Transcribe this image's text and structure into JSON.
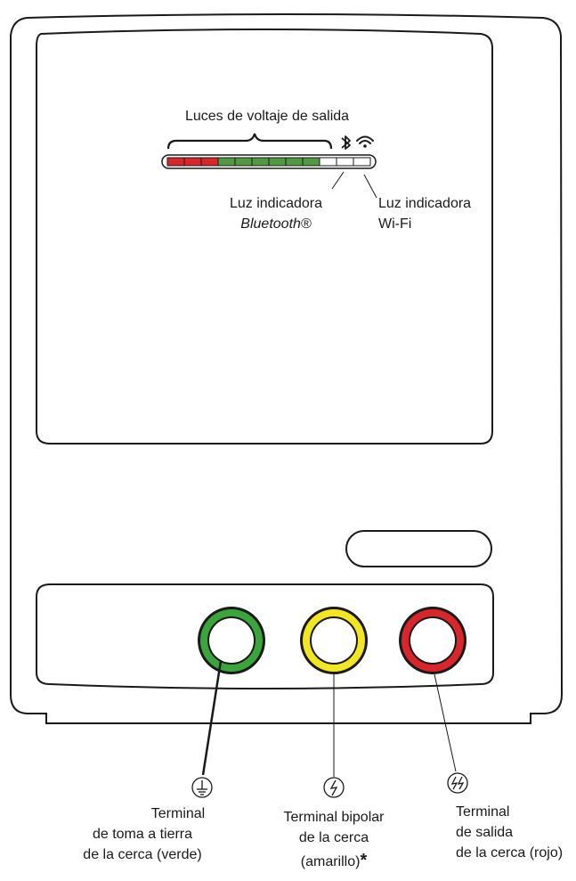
{
  "labels": {
    "output_voltage_lights": "Luces de voltaje de salida",
    "bluetooth_indicator_line1": "Luz indicadora",
    "bluetooth_indicator_line2": "Bluetooth®",
    "wifi_indicator_line1": "Luz indicadora",
    "wifi_indicator_line2": "Wi-Fi",
    "ground_terminal_line1": "Terminal",
    "ground_terminal_line2": "de toma a tierra",
    "ground_terminal_line3": "de la cerca (verde)",
    "bipolar_terminal_line1": "Terminal bipolar",
    "bipolar_terminal_line2": "de la cerca",
    "bipolar_terminal_line3": "(amarillo)",
    "bipolar_terminal_asterisk": "*",
    "output_terminal_line1": "Terminal",
    "output_terminal_line2": "de salida",
    "output_terminal_line3": "de la cerca (rojo)"
  },
  "led_bar": {
    "red_segments": 3,
    "green_segments": 6,
    "white_segments": 3
  },
  "colors": {
    "outline": "#1a1a1a",
    "led_red": "#d9262b",
    "led_green": "#4f9a43",
    "led_white": "#ffffff",
    "terminal_green": "#3aa53a",
    "terminal_yellow": "#f2e522",
    "terminal_red": "#d9262b"
  },
  "icons": {
    "bluetooth": "bluetooth-icon",
    "wifi": "wifi-icon",
    "ground": "ground-symbol-icon",
    "bipolar": "single-lightning-symbol-icon",
    "output": "double-lightning-symbol-icon"
  }
}
